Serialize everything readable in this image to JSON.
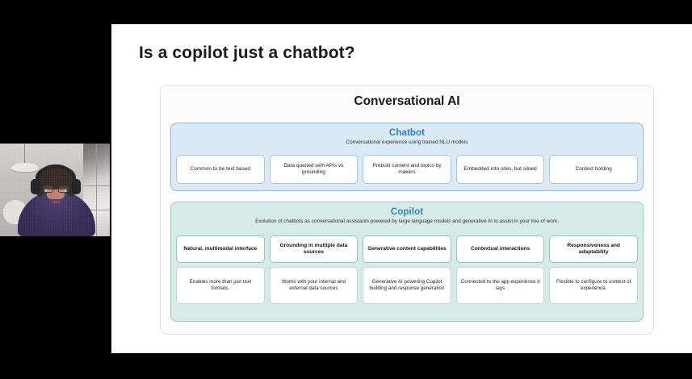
{
  "slide": {
    "title": "Is a copilot just a chatbot?",
    "outer_card_title": "Conversational AI",
    "sections": [
      {
        "id": "chatbot",
        "title": "Chatbot",
        "subtitle": "Conversational experience using trained NLU models",
        "accent_color": "#2a7fc0",
        "panel_color": "#dce9f7",
        "panel_border": "#8cb9e0",
        "cards": [
          "Common to be text based",
          "Data queried with APIs vs grounding",
          "Prebuilt content and topics by makers",
          "Embedded into sites, but siloed",
          "Context holding"
        ]
      },
      {
        "id": "copilot",
        "title": "Copilot",
        "subtitle": "Evolution of chatbots as conversational assistants powered by large language models and generative AI to assist in your line of work.",
        "accent_color": "#2f88b5",
        "panel_color": "#d6eae8",
        "panel_border": "#9cc9c6",
        "header_cards": [
          "Natural, multimodal interface",
          "Grounding in multiple data sources",
          "Generative content capabilities",
          "Contextual interactions",
          "Responsiveness and adaptability"
        ],
        "detail_cards": [
          "Enables more than just text formats.",
          "Works with your internal and external data sources",
          "Generative AI powering Copilot building and response generation",
          "Connected to the app experience it lays",
          "Flexible to configure to context of experience."
        ]
      }
    ]
  },
  "webcam": {
    "label": "participant-video-feed"
  }
}
